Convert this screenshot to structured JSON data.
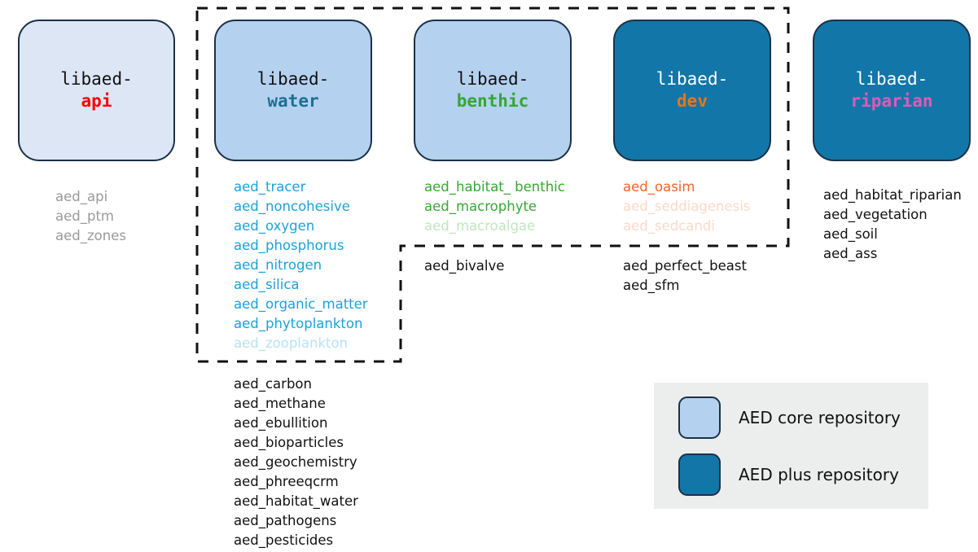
{
  "colors": {
    "core_light": "#dde6f5",
    "core_medium": "#b4d1ef",
    "plus_dark": "#1277a8",
    "box_border": "#1b3147",
    "api_accent": "#ff0000",
    "water_accent": "#1f6f91",
    "benthic_accent": "#35a635",
    "dev_accent": "#e8751a",
    "riparian_accent": "#e159b8",
    "grey_text": "#9a9a9a",
    "blue_text": "#1da1d8",
    "blue_text_faded": "#b6e2f5",
    "green_text": "#3aa534",
    "green_text_faded": "#bfe7bd",
    "orange_text": "#f0642a",
    "orange_text_faded": "#fbd9c8",
    "black_text": "#111111",
    "legend_bg": "#eceded",
    "dark_box_title": "#ffffff"
  },
  "boxes": [
    {
      "id": "api",
      "title_top": "libaed-",
      "title_bottom": "api",
      "fill": "#dde6f5",
      "title_top_color": "#111111",
      "title_bottom_color": "#ff0000"
    },
    {
      "id": "water",
      "title_top": "libaed-",
      "title_bottom": "water",
      "fill": "#b4d1ef",
      "title_top_color": "#111111",
      "title_bottom_color": "#1f6f91"
    },
    {
      "id": "benthic",
      "title_top": "libaed-",
      "title_bottom": "benthic",
      "fill": "#b4d1ef",
      "title_top_color": "#111111",
      "title_bottom_color": "#35a635"
    },
    {
      "id": "dev",
      "title_top": "libaed-",
      "title_bottom": "dev",
      "fill": "#1277a8",
      "title_top_color": "#ffffff",
      "title_bottom_color": "#e8751a"
    },
    {
      "id": "riparian",
      "title_top": "libaed-",
      "title_bottom": "riparian",
      "fill": "#1277a8",
      "title_top_color": "#ffffff",
      "title_bottom_color": "#e159b8"
    }
  ],
  "modules": {
    "api": [
      {
        "name": "aed_api",
        "color": "#9a9a9a"
      },
      {
        "name": "aed_ptm",
        "color": "#9a9a9a"
      },
      {
        "name": "aed_zones",
        "color": "#9a9a9a"
      }
    ],
    "water_inside": [
      {
        "name": "aed_tracer",
        "color": "#1da1d8"
      },
      {
        "name": "aed_noncohesive",
        "color": "#1da1d8"
      },
      {
        "name": "aed_oxygen",
        "color": "#1da1d8"
      },
      {
        "name": "aed_phosphorus",
        "color": "#1da1d8"
      },
      {
        "name": "aed_nitrogen",
        "color": "#1da1d8"
      },
      {
        "name": "aed_silica",
        "color": "#1da1d8"
      },
      {
        "name": "aed_organic_matter",
        "color": "#1da1d8"
      },
      {
        "name": "aed_phytoplankton",
        "color": "#1da1d8"
      },
      {
        "name": "aed_zooplankton",
        "color": "#b6e2f5"
      }
    ],
    "water_outside": [
      {
        "name": "aed_carbon",
        "color": "#111111"
      },
      {
        "name": "aed_methane",
        "color": "#111111"
      },
      {
        "name": "aed_ebullition",
        "color": "#111111"
      },
      {
        "name": "aed_bioparticles",
        "color": "#111111"
      },
      {
        "name": "aed_geochemistry",
        "color": "#111111"
      },
      {
        "name": "aed_phreeqcrm",
        "color": "#111111"
      },
      {
        "name": "aed_habitat_water",
        "color": "#111111"
      },
      {
        "name": "aed_pathogens",
        "color": "#111111"
      },
      {
        "name": "aed_pesticides",
        "color": "#111111"
      }
    ],
    "benthic_inside": [
      {
        "name": "aed_habitat_ benthic",
        "color": "#3aa534"
      },
      {
        "name": "aed_macrophyte",
        "color": "#3aa534"
      },
      {
        "name": "aed_macroalgae",
        "color": "#bfe7bd"
      }
    ],
    "benthic_outside": [
      {
        "name": "aed_bivalve",
        "color": "#111111"
      }
    ],
    "dev_inside": [
      {
        "name": "aed_oasim",
        "color": "#f0642a"
      },
      {
        "name": "aed_seddiagenesis",
        "color": "#fbd9c8"
      },
      {
        "name": "aed_sedcandi",
        "color": "#fbd9c8"
      }
    ],
    "dev_outside": [
      {
        "name": "aed_perfect_beast",
        "color": "#111111"
      },
      {
        "name": "aed_sfm",
        "color": "#111111"
      }
    ],
    "riparian": [
      {
        "name": "aed_habitat_riparian",
        "color": "#111111"
      },
      {
        "name": "aed_vegetation",
        "color": "#111111"
      },
      {
        "name": "aed_soil",
        "color": "#111111"
      },
      {
        "name": "aed_ass",
        "color": "#111111"
      }
    ]
  },
  "legend": {
    "items": [
      {
        "label": "AED core repository",
        "swatch": "#b4d1ef"
      },
      {
        "label": "AED plus repository",
        "swatch": "#1277a8"
      }
    ]
  }
}
